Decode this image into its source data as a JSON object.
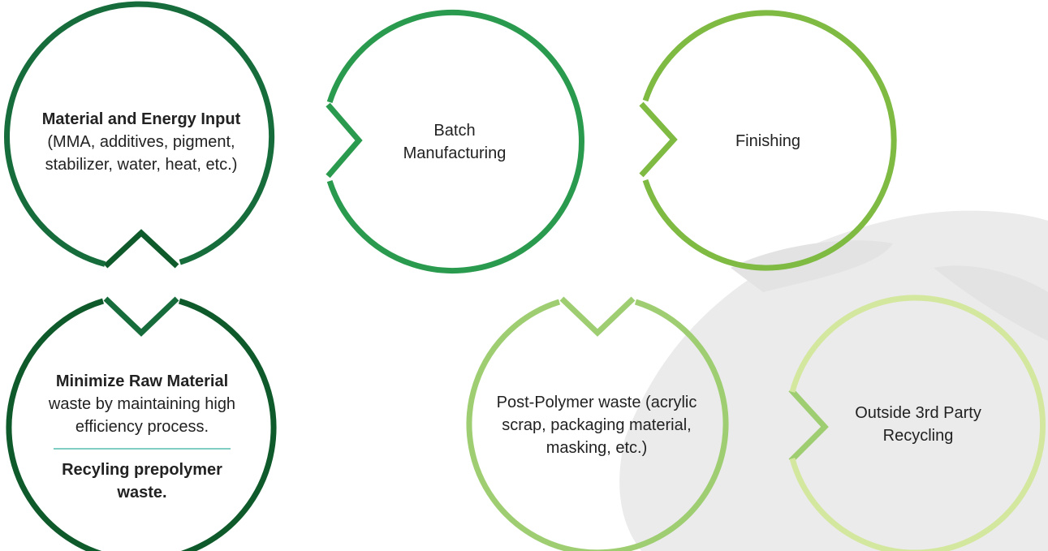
{
  "colors": {
    "dark_green": "#166d3b",
    "deep_green": "#0f5a2a",
    "medium_green": "#2a9b4e",
    "lime_green": "#7fba42",
    "light_green": "#9fce72",
    "pale_green": "#d4e79e",
    "divider_teal": "#7fcdc3",
    "background_map": "#ebebeb"
  },
  "nodes": {
    "material_input": {
      "title": "Material and Energy Input",
      "detail": "(MMA, additives, pigment, stabilizer, water, heat, etc.)"
    },
    "batch_manufacturing": {
      "label": "Batch Manufacturing"
    },
    "finishing": {
      "label": "Finishing"
    },
    "minimize_waste": {
      "title": "Minimize Raw Material",
      "detail": "waste by maintaining high efficiency process.",
      "recycle_text": "Recyling prepolymer waste."
    },
    "post_polymer_waste": {
      "label": "Post-Polymer waste (acrylic scrap, packaging material, masking, etc.)"
    },
    "third_party_recycling": {
      "label": "Outside 3rd Party Recycling"
    }
  }
}
